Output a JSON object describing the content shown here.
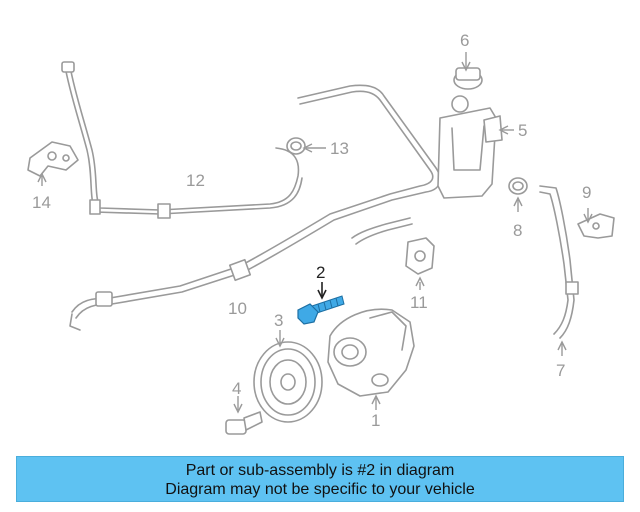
{
  "callouts": {
    "c1": "1",
    "c2": "2",
    "c3": "3",
    "c4": "4",
    "c5": "5",
    "c6": "6",
    "c7": "7",
    "c8": "8",
    "c9": "9",
    "c10": "10",
    "c11": "11",
    "c12": "12",
    "c13": "13",
    "c14": "14"
  },
  "highlighted_part": "2",
  "colors": {
    "highlight": "#3fa9e6",
    "banner": "#5ec2f2",
    "line_art": "#9a9a9a"
  },
  "banner": {
    "line1": "Part or sub-assembly is #2 in diagram",
    "line2": "Diagram may not be specific to your vehicle"
  }
}
